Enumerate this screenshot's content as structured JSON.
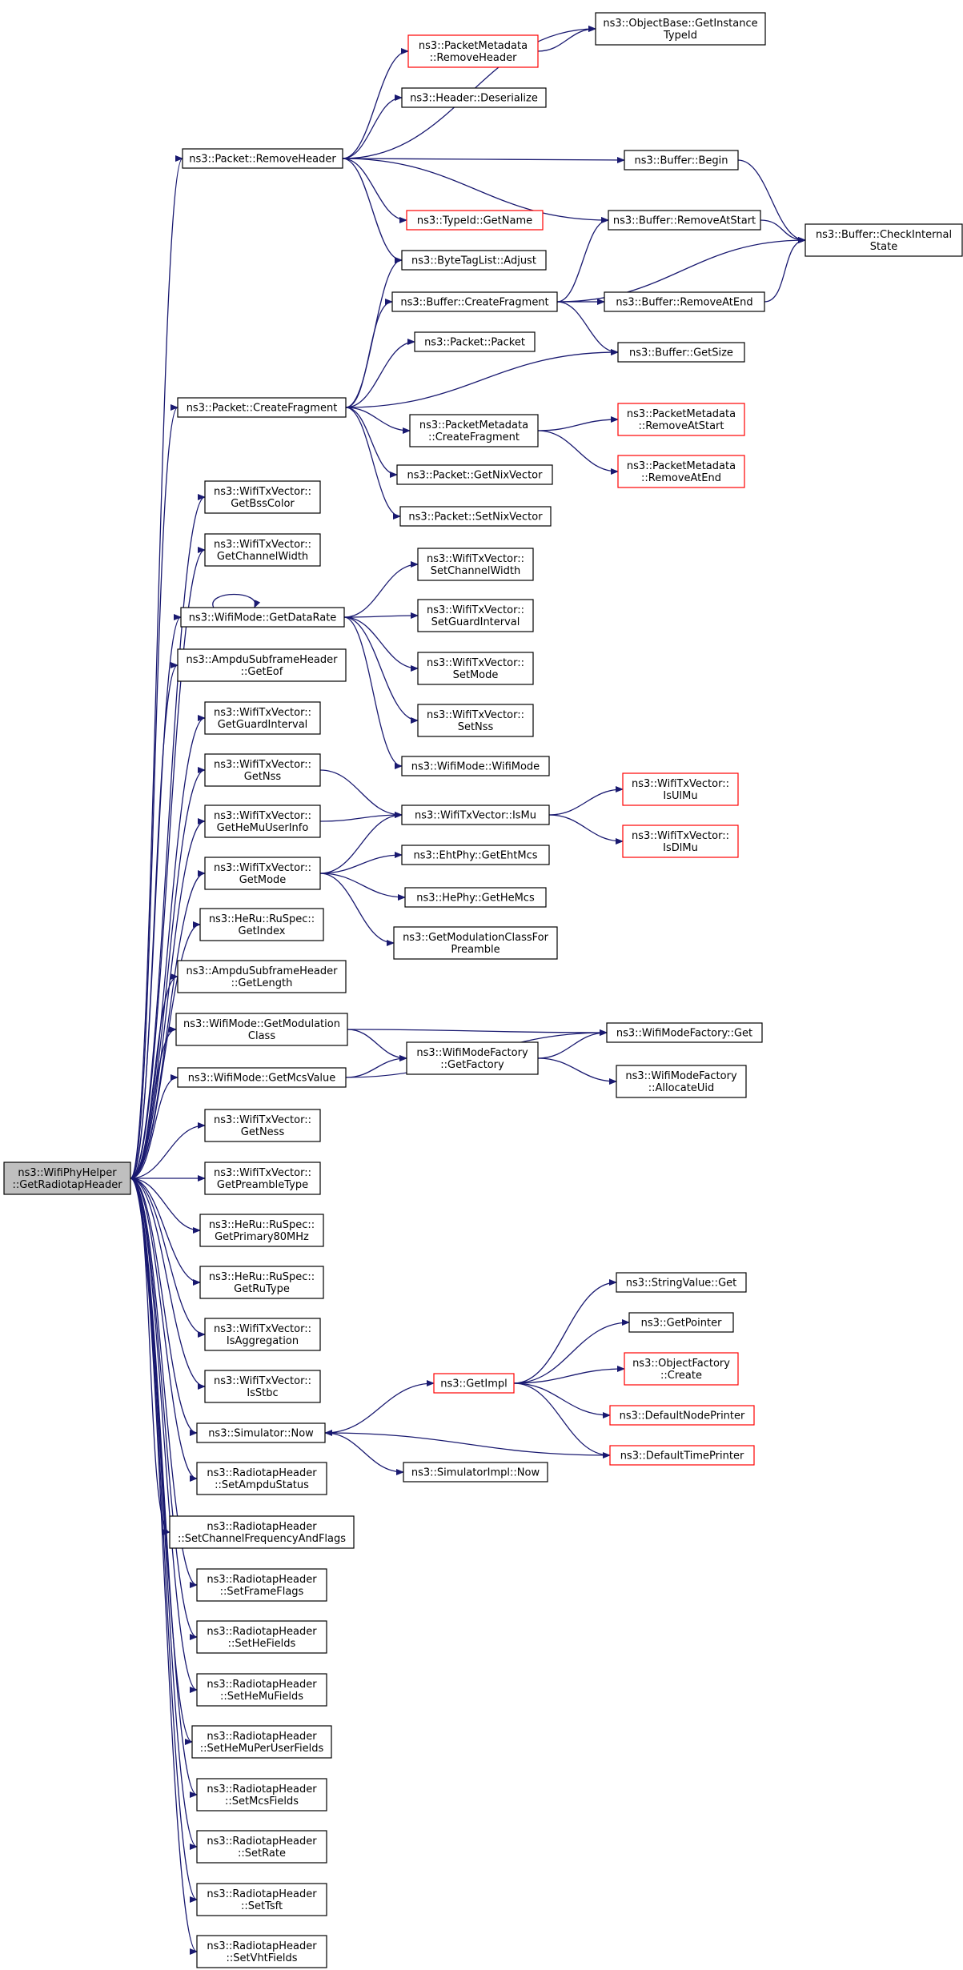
{
  "colors": {
    "edge": "#191970",
    "border_normal": "#000000",
    "border_truncated": "#ff0000",
    "fill_root": "#bfbfbf",
    "fill_node": "#ffffff"
  },
  "graph": {
    "nodes": [
      {
        "id": "root",
        "lines": [
          "ns3::WifiPhyHelper",
          "::GetRadiotapHeader"
        ],
        "kind": "root"
      },
      {
        "id": "packetRemoveHeader",
        "lines": [
          "ns3::Packet::RemoveHeader"
        ],
        "kind": "normal"
      },
      {
        "id": "objectBaseGetInstance",
        "lines": [
          "ns3::ObjectBase::GetInstance",
          "TypeId"
        ],
        "kind": "normal"
      },
      {
        "id": "pmRemoveHeader",
        "lines": [
          "ns3::PacketMetadata",
          "::RemoveHeader"
        ],
        "kind": "truncated"
      },
      {
        "id": "headerDeserialize",
        "lines": [
          "ns3::Header::Deserialize"
        ],
        "kind": "normal"
      },
      {
        "id": "bufferBegin",
        "lines": [
          "ns3::Buffer::Begin"
        ],
        "kind": "normal"
      },
      {
        "id": "typeIdGetName",
        "lines": [
          "ns3::TypeId::GetName"
        ],
        "kind": "truncated"
      },
      {
        "id": "bufferRemoveAtStart",
        "lines": [
          "ns3::Buffer::RemoveAtStart"
        ],
        "kind": "normal"
      },
      {
        "id": "bufferCheckInternal",
        "lines": [
          "ns3::Buffer::CheckInternal",
          "State"
        ],
        "kind": "normal"
      },
      {
        "id": "byteTagListAdjust",
        "lines": [
          "ns3::ByteTagList::Adjust"
        ],
        "kind": "normal"
      },
      {
        "id": "bufferCreateFragment",
        "lines": [
          "ns3::Buffer::CreateFragment"
        ],
        "kind": "normal"
      },
      {
        "id": "bufferRemoveAtEnd",
        "lines": [
          "ns3::Buffer::RemoveAtEnd"
        ],
        "kind": "normal"
      },
      {
        "id": "packetPacket",
        "lines": [
          "ns3::Packet::Packet"
        ],
        "kind": "normal"
      },
      {
        "id": "bufferGetSize",
        "lines": [
          "ns3::Buffer::GetSize"
        ],
        "kind": "normal"
      },
      {
        "id": "packetCreateFragment",
        "lines": [
          "ns3::Packet::CreateFragment"
        ],
        "kind": "normal"
      },
      {
        "id": "pmCreateFragment",
        "lines": [
          "ns3::PacketMetadata",
          "::CreateFragment"
        ],
        "kind": "normal"
      },
      {
        "id": "pmRemoveAtStart",
        "lines": [
          "ns3::PacketMetadata",
          "::RemoveAtStart"
        ],
        "kind": "truncated"
      },
      {
        "id": "pmRemoveAtEnd",
        "lines": [
          "ns3::PacketMetadata",
          "::RemoveAtEnd"
        ],
        "kind": "truncated"
      },
      {
        "id": "packetGetNixVector",
        "lines": [
          "ns3::Packet::GetNixVector"
        ],
        "kind": "normal"
      },
      {
        "id": "packetSetNixVector",
        "lines": [
          "ns3::Packet::SetNixVector"
        ],
        "kind": "normal"
      },
      {
        "id": "txGetBssColor",
        "lines": [
          "ns3::WifiTxVector::",
          "GetBssColor"
        ],
        "kind": "normal"
      },
      {
        "id": "txGetChannelWidth",
        "lines": [
          "ns3::WifiTxVector::",
          "GetChannelWidth"
        ],
        "kind": "normal"
      },
      {
        "id": "txSetChannelWidth",
        "lines": [
          "ns3::WifiTxVector::",
          "SetChannelWidth"
        ],
        "kind": "normal"
      },
      {
        "id": "wifiModeGetDataRate",
        "lines": [
          "ns3::WifiMode::GetDataRate"
        ],
        "kind": "normal"
      },
      {
        "id": "txSetGuardInterval",
        "lines": [
          "ns3::WifiTxVector::",
          "SetGuardInterval"
        ],
        "kind": "normal"
      },
      {
        "id": "ampduGetEof",
        "lines": [
          "ns3::AmpduSubframeHeader",
          "::GetEof"
        ],
        "kind": "normal"
      },
      {
        "id": "txSetMode",
        "lines": [
          "ns3::WifiTxVector::",
          "SetMode"
        ],
        "kind": "normal"
      },
      {
        "id": "txGetGuardInterval",
        "lines": [
          "ns3::WifiTxVector::",
          "GetGuardInterval"
        ],
        "kind": "normal"
      },
      {
        "id": "txSetNss",
        "lines": [
          "ns3::WifiTxVector::",
          "SetNss"
        ],
        "kind": "normal"
      },
      {
        "id": "txGetNss",
        "lines": [
          "ns3::WifiTxVector::",
          "GetNss"
        ],
        "kind": "normal"
      },
      {
        "id": "wifiModeWifiMode",
        "lines": [
          "ns3::WifiMode::WifiMode"
        ],
        "kind": "normal"
      },
      {
        "id": "txIsUlMu",
        "lines": [
          "ns3::WifiTxVector::",
          "IsUlMu"
        ],
        "kind": "truncated"
      },
      {
        "id": "txGetHeMuUserInfo",
        "lines": [
          "ns3::WifiTxVector::",
          "GetHeMuUserInfo"
        ],
        "kind": "normal"
      },
      {
        "id": "txIsMu",
        "lines": [
          "ns3::WifiTxVector::IsMu"
        ],
        "kind": "normal"
      },
      {
        "id": "txIsDlMu",
        "lines": [
          "ns3::WifiTxVector::",
          "IsDlMu"
        ],
        "kind": "truncated"
      },
      {
        "id": "txGetMode",
        "lines": [
          "ns3::WifiTxVector::",
          "GetMode"
        ],
        "kind": "normal"
      },
      {
        "id": "ehtGetEhtMcs",
        "lines": [
          "ns3::EhtPhy::GetEhtMcs"
        ],
        "kind": "normal"
      },
      {
        "id": "heGetHeMcs",
        "lines": [
          "ns3::HePhy::GetHeMcs"
        ],
        "kind": "normal"
      },
      {
        "id": "heRuGetIndex",
        "lines": [
          "ns3::HeRu::RuSpec::",
          "GetIndex"
        ],
        "kind": "normal"
      },
      {
        "id": "getModClassForPreamble",
        "lines": [
          "ns3::GetModulationClassFor",
          "Preamble"
        ],
        "kind": "normal"
      },
      {
        "id": "ampduGetLength",
        "lines": [
          "ns3::AmpduSubframeHeader",
          "::GetLength"
        ],
        "kind": "normal"
      },
      {
        "id": "wifiModeGetModClass",
        "lines": [
          "ns3::WifiMode::GetModulation",
          "Class"
        ],
        "kind": "normal"
      },
      {
        "id": "wifiModeFactoryGet",
        "lines": [
          "ns3::WifiModeFactory::Get"
        ],
        "kind": "normal"
      },
      {
        "id": "wifiModeFactoryGetFactory",
        "lines": [
          "ns3::WifiModeFactory",
          "::GetFactory"
        ],
        "kind": "normal"
      },
      {
        "id": "wifiModeGetMcsValue",
        "lines": [
          "ns3::WifiMode::GetMcsValue"
        ],
        "kind": "normal"
      },
      {
        "id": "wifiModeFactoryAllocateUid",
        "lines": [
          "ns3::WifiModeFactory",
          "::AllocateUid"
        ],
        "kind": "normal"
      },
      {
        "id": "txGetNess",
        "lines": [
          "ns3::WifiTxVector::",
          "GetNess"
        ],
        "kind": "normal"
      },
      {
        "id": "txGetPreambleType",
        "lines": [
          "ns3::WifiTxVector::",
          "GetPreambleType"
        ],
        "kind": "normal"
      },
      {
        "id": "heRuGetPrimary80",
        "lines": [
          "ns3::HeRu::RuSpec::",
          "GetPrimary80MHz"
        ],
        "kind": "normal"
      },
      {
        "id": "heRuGetRuType",
        "lines": [
          "ns3::HeRu::RuSpec::",
          "GetRuType"
        ],
        "kind": "normal"
      },
      {
        "id": "stringValueGet",
        "lines": [
          "ns3::StringValue::Get"
        ],
        "kind": "normal"
      },
      {
        "id": "getPointer",
        "lines": [
          "ns3::GetPointer"
        ],
        "kind": "normal"
      },
      {
        "id": "txIsAggregation",
        "lines": [
          "ns3::WifiTxVector::",
          "IsAggregation"
        ],
        "kind": "normal"
      },
      {
        "id": "objectFactoryCreate",
        "lines": [
          "ns3::ObjectFactory",
          "::Create"
        ],
        "kind": "truncated"
      },
      {
        "id": "txIsStbc",
        "lines": [
          "ns3::WifiTxVector::",
          "IsStbc"
        ],
        "kind": "normal"
      },
      {
        "id": "getImpl",
        "lines": [
          "ns3::GetImpl"
        ],
        "kind": "truncated"
      },
      {
        "id": "defaultNodePrinter",
        "lines": [
          "ns3::DefaultNodePrinter"
        ],
        "kind": "truncated"
      },
      {
        "id": "simulatorNow",
        "lines": [
          "ns3::Simulator::Now"
        ],
        "kind": "normal"
      },
      {
        "id": "defaultTimePrinter",
        "lines": [
          "ns3::DefaultTimePrinter"
        ],
        "kind": "truncated"
      },
      {
        "id": "simulatorImplNow",
        "lines": [
          "ns3::SimulatorImpl::Now"
        ],
        "kind": "normal"
      },
      {
        "id": "rtSetAmpduStatus",
        "lines": [
          "ns3::RadiotapHeader",
          "::SetAmpduStatus"
        ],
        "kind": "normal"
      },
      {
        "id": "rtSetChannelFreq",
        "lines": [
          "ns3::RadiotapHeader",
          "::SetChannelFrequencyAndFlags"
        ],
        "kind": "normal"
      },
      {
        "id": "rtSetFrameFlags",
        "lines": [
          "ns3::RadiotapHeader",
          "::SetFrameFlags"
        ],
        "kind": "normal"
      },
      {
        "id": "rtSetHeFields",
        "lines": [
          "ns3::RadiotapHeader",
          "::SetHeFields"
        ],
        "kind": "normal"
      },
      {
        "id": "rtSetHeMuFields",
        "lines": [
          "ns3::RadiotapHeader",
          "::SetHeMuFields"
        ],
        "kind": "normal"
      },
      {
        "id": "rtSetHeMuPerUser",
        "lines": [
          "ns3::RadiotapHeader",
          "::SetHeMuPerUserFields"
        ],
        "kind": "normal"
      },
      {
        "id": "rtSetMcsFields",
        "lines": [
          "ns3::RadiotapHeader",
          "::SetMcsFields"
        ],
        "kind": "normal"
      },
      {
        "id": "rtSetRate",
        "lines": [
          "ns3::RadiotapHeader",
          "::SetRate"
        ],
        "kind": "normal"
      },
      {
        "id": "rtSetTsft",
        "lines": [
          "ns3::RadiotapHeader",
          "::SetTsft"
        ],
        "kind": "normal"
      },
      {
        "id": "rtSetVhtFields",
        "lines": [
          "ns3::RadiotapHeader",
          "::SetVhtFields"
        ],
        "kind": "normal"
      }
    ],
    "edges": [
      [
        "root",
        "packetRemoveHeader"
      ],
      [
        "root",
        "packetCreateFragment"
      ],
      [
        "root",
        "txGetBssColor"
      ],
      [
        "root",
        "txGetChannelWidth"
      ],
      [
        "root",
        "wifiModeGetDataRate"
      ],
      [
        "root",
        "ampduGetEof"
      ],
      [
        "root",
        "txGetGuardInterval"
      ],
      [
        "root",
        "txGetNss"
      ],
      [
        "root",
        "txGetHeMuUserInfo"
      ],
      [
        "root",
        "txGetMode"
      ],
      [
        "root",
        "heRuGetIndex"
      ],
      [
        "root",
        "ampduGetLength"
      ],
      [
        "root",
        "wifiModeGetModClass"
      ],
      [
        "root",
        "wifiModeGetMcsValue"
      ],
      [
        "root",
        "txGetNess"
      ],
      [
        "root",
        "txGetPreambleType"
      ],
      [
        "root",
        "heRuGetPrimary80"
      ],
      [
        "root",
        "heRuGetRuType"
      ],
      [
        "root",
        "txIsAggregation"
      ],
      [
        "root",
        "txIsStbc"
      ],
      [
        "root",
        "simulatorNow"
      ],
      [
        "root",
        "rtSetAmpduStatus"
      ],
      [
        "root",
        "rtSetChannelFreq"
      ],
      [
        "root",
        "rtSetFrameFlags"
      ],
      [
        "root",
        "rtSetHeFields"
      ],
      [
        "root",
        "rtSetHeMuFields"
      ],
      [
        "root",
        "rtSetHeMuPerUser"
      ],
      [
        "root",
        "rtSetMcsFields"
      ],
      [
        "root",
        "rtSetRate"
      ],
      [
        "root",
        "rtSetTsft"
      ],
      [
        "root",
        "rtSetVhtFields"
      ],
      [
        "packetRemoveHeader",
        "objectBaseGetInstance"
      ],
      [
        "packetRemoveHeader",
        "pmRemoveHeader"
      ],
      [
        "packetRemoveHeader",
        "headerDeserialize"
      ],
      [
        "packetRemoveHeader",
        "bufferBegin"
      ],
      [
        "packetRemoveHeader",
        "typeIdGetName"
      ],
      [
        "packetRemoveHeader",
        "bufferRemoveAtStart"
      ],
      [
        "packetRemoveHeader",
        "byteTagListAdjust"
      ],
      [
        "pmRemoveHeader",
        "objectBaseGetInstance"
      ],
      [
        "bufferBegin",
        "bufferCheckInternal"
      ],
      [
        "bufferRemoveAtStart",
        "bufferCheckInternal"
      ],
      [
        "bufferCreateFragment",
        "bufferRemoveAtStart"
      ],
      [
        "bufferCreateFragment",
        "bufferCheckInternal"
      ],
      [
        "bufferCreateFragment",
        "bufferRemoveAtEnd"
      ],
      [
        "bufferCreateFragment",
        "bufferGetSize"
      ],
      [
        "bufferRemoveAtEnd",
        "bufferCheckInternal"
      ],
      [
        "packetCreateFragment",
        "byteTagListAdjust"
      ],
      [
        "packetCreateFragment",
        "bufferCreateFragment"
      ],
      [
        "packetCreateFragment",
        "packetPacket"
      ],
      [
        "packetCreateFragment",
        "bufferGetSize"
      ],
      [
        "packetCreateFragment",
        "pmCreateFragment"
      ],
      [
        "packetCreateFragment",
        "packetGetNixVector"
      ],
      [
        "packetCreateFragment",
        "packetSetNixVector"
      ],
      [
        "pmCreateFragment",
        "pmRemoveAtStart"
      ],
      [
        "pmCreateFragment",
        "pmRemoveAtEnd"
      ],
      [
        "wifiModeGetDataRate",
        "wifiModeGetDataRate"
      ],
      [
        "wifiModeGetDataRate",
        "txSetChannelWidth"
      ],
      [
        "wifiModeGetDataRate",
        "txSetGuardInterval"
      ],
      [
        "wifiModeGetDataRate",
        "txSetMode"
      ],
      [
        "wifiModeGetDataRate",
        "txSetNss"
      ],
      [
        "wifiModeGetDataRate",
        "wifiModeWifiMode"
      ],
      [
        "txGetNss",
        "txIsMu"
      ],
      [
        "txGetHeMuUserInfo",
        "txIsMu"
      ],
      [
        "txIsMu",
        "txIsUlMu"
      ],
      [
        "txIsMu",
        "txIsDlMu"
      ],
      [
        "txGetMode",
        "txIsMu"
      ],
      [
        "txGetMode",
        "ehtGetEhtMcs"
      ],
      [
        "txGetMode",
        "heGetHeMcs"
      ],
      [
        "txGetMode",
        "getModClassForPreamble"
      ],
      [
        "wifiModeGetModClass",
        "wifiModeFactoryGet"
      ],
      [
        "wifiModeGetModClass",
        "wifiModeFactoryGetFactory"
      ],
      [
        "wifiModeGetMcsValue",
        "wifiModeFactoryGetFactory"
      ],
      [
        "wifiModeGetMcsValue",
        "wifiModeFactoryGet"
      ],
      [
        "wifiModeFactoryGetFactory",
        "wifiModeFactoryGet"
      ],
      [
        "wifiModeFactoryGetFactory",
        "wifiModeFactoryAllocateUid"
      ],
      [
        "simulatorNow",
        "getImpl"
      ],
      [
        "simulatorNow",
        "simulatorImplNow"
      ],
      [
        "getImpl",
        "stringValueGet"
      ],
      [
        "getImpl",
        "getPointer"
      ],
      [
        "getImpl",
        "objectFactoryCreate"
      ],
      [
        "getImpl",
        "defaultNodePrinter"
      ],
      [
        "getImpl",
        "defaultTimePrinter"
      ],
      [
        "defaultTimePrinter",
        "simulatorNow"
      ]
    ]
  }
}
